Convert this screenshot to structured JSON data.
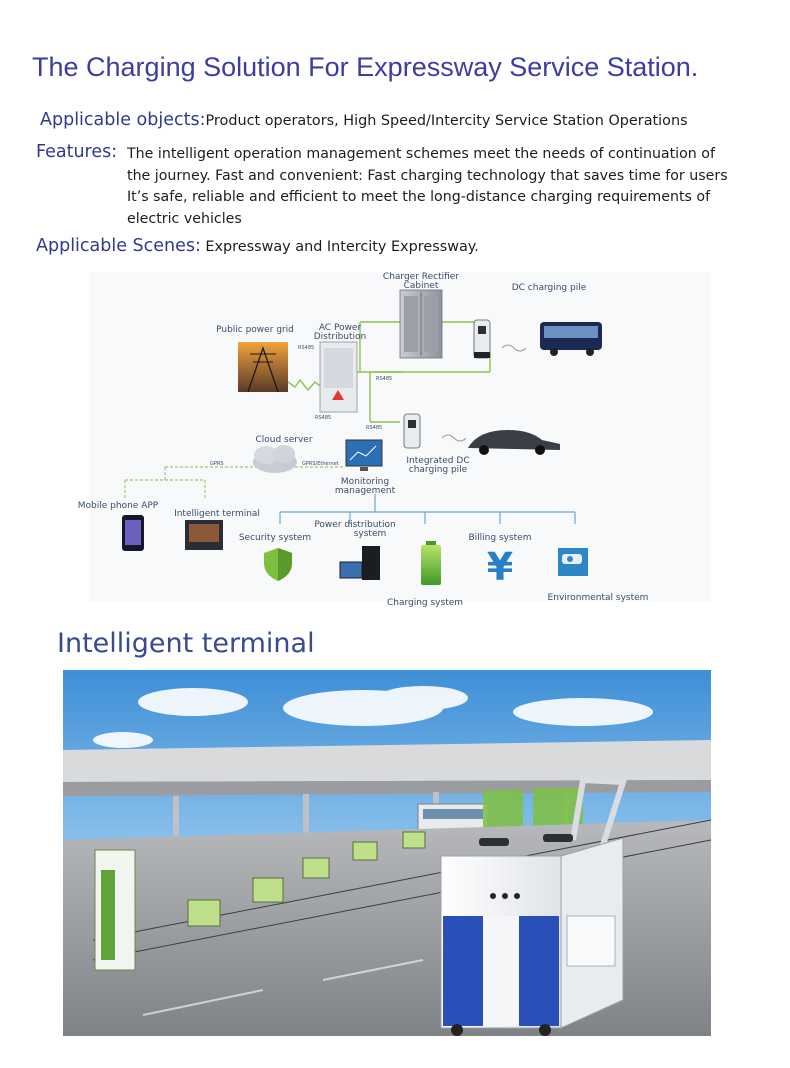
{
  "title": "The Charging Solution For Expressway Service Station.",
  "applicable_objects": {
    "label": "Applicable objects:",
    "text": "Product operators, High Speed/Intercity Service Station Operations"
  },
  "features": {
    "label": "Features:",
    "lines": [
      "The intelligent operation management schemes meet the needs of continuation of",
      "the journey. Fast and convenient: Fast charging technology that saves time for users",
      "It’s safe, reliable and efficient to meet the long-distance charging requirements of",
      "electric vehicles"
    ]
  },
  "applicable_scenes": {
    "label": "Applicable Scenes:",
    "text": "Expressway and Intercity Expressway."
  },
  "diagram": {
    "charger_rectifier_1": "Charger Rectifier",
    "charger_rectifier_2": "Cabinet",
    "dc_charging_pile": "DC charging pile",
    "public_power_grid": "Public power grid",
    "ac_power_1": "AC Power",
    "ac_power_2": "Distribution",
    "rs485_a": "RS485",
    "rs485_b": "RS485",
    "rs485_c": "RS485",
    "rs485_d": "RS485",
    "cloud_server": "Cloud server",
    "gprs": "GPRS",
    "gprs_ethernet": "GPRS/Ethernet",
    "integrated_dc_1": "Integrated DC",
    "integrated_dc_2": "charging pile",
    "monitoring_1": "Monitoring",
    "monitoring_2": "management",
    "mobile_app": "Mobile phone APP",
    "intelligent_terminal": "Intelligent terminal",
    "security_system": "Security system",
    "power_distribution_1": "Power distribution",
    "power_distribution_2": "system",
    "billing_system": "Billing system",
    "charging_system": "Charging system",
    "environmental_system": "Environmental system",
    "yen_symbol": "¥"
  },
  "section2_title": "Intelligent terminal",
  "colors": {
    "title": "#3b3ea0",
    "label": "#2f3a8c",
    "line_green": "#7cc043"
  },
  "icons": [
    "power-tower-icon",
    "cabinet-icon",
    "charger-icon",
    "bus-icon",
    "car-icon",
    "cloud-icon",
    "monitor-icon",
    "phone-icon",
    "terminal-icon",
    "shield-icon",
    "battery-icon",
    "yen-icon",
    "camera-icon"
  ]
}
